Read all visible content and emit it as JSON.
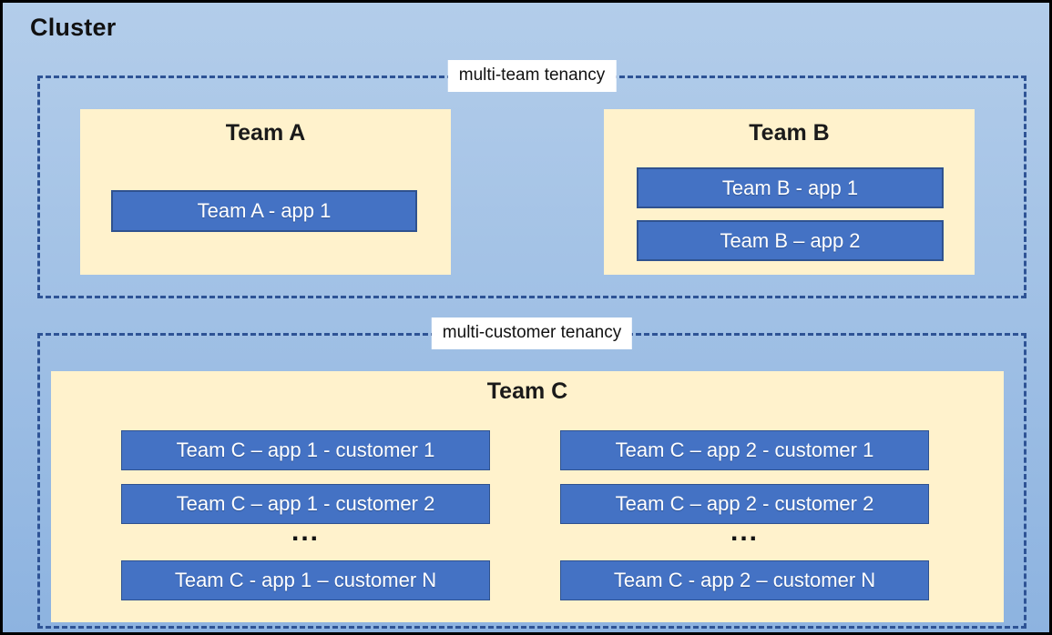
{
  "cluster_title": "Cluster",
  "sections": {
    "multi_team": {
      "label": "multi-team tenancy",
      "team_a": {
        "title": "Team A",
        "apps": [
          "Team A - app 1"
        ]
      },
      "team_b": {
        "title": "Team B",
        "apps": [
          "Team B - app 1",
          "Team B – app 2"
        ]
      }
    },
    "multi_customer": {
      "label": "multi-customer tenancy",
      "team_c": {
        "title": "Team C",
        "columns": [
          {
            "apps": [
              "Team C – app 1 - customer 1",
              "Team C – app 1 - customer 2"
            ],
            "ellipsis": "...",
            "app_n": "Team C - app 1 – customer N"
          },
          {
            "apps": [
              "Team C – app 2 - customer 1",
              "Team C – app 2 - customer 2"
            ],
            "ellipsis": "...",
            "app_n": "Team C - app 2 – customer N"
          }
        ]
      }
    }
  },
  "colors": {
    "bg_top": "#B3CDEA",
    "bg_bottom": "#8DB3E0",
    "outer_border": "#000000",
    "dash_border": "#2E5395",
    "panel_fill": "#FFF2CC",
    "app_fill": "#4472C4",
    "app_border": "#2F528F",
    "label_bg": "#FFFFFF"
  }
}
